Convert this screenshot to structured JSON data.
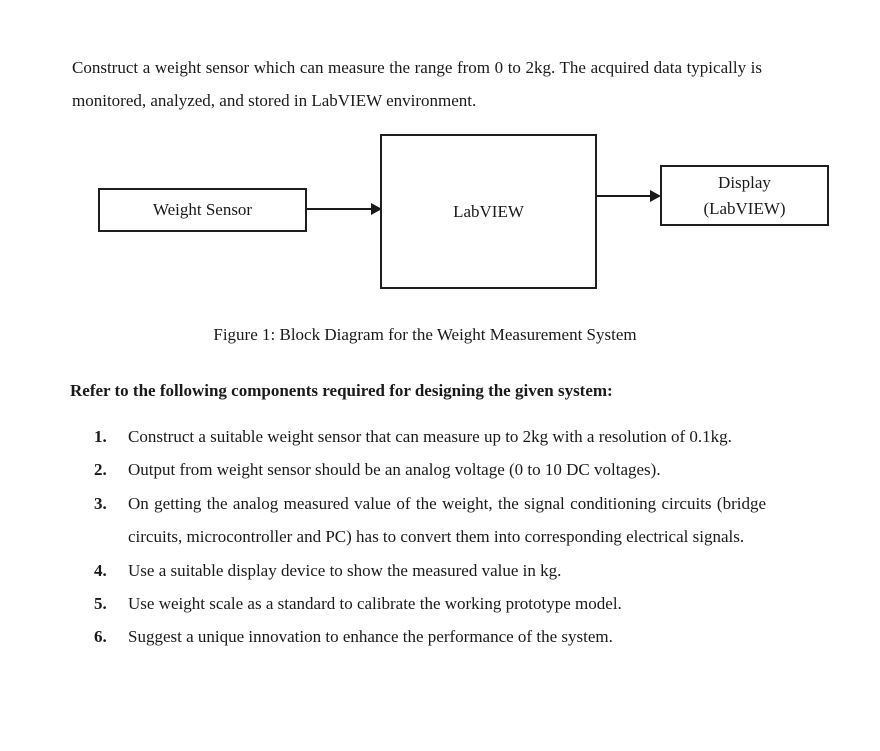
{
  "document": {
    "intro": "Construct a weight sensor which can measure the range from 0 to 2kg.  The acquired data typically is monitored, analyzed, and stored in LabVIEW environment.",
    "figure": {
      "weight_sensor_label": "Weight Sensor",
      "labview_label": "LabVIEW",
      "display_label_line1": "Display",
      "display_label_line2": "(LabVIEW)",
      "caption": "Figure 1: Block Diagram for the Weight Measurement System"
    },
    "section_heading": "Refer to the following components required for designing the given system:",
    "components": {
      "items": [
        {
          "num": "1.",
          "text": "Construct a suitable weight sensor that can measure up to 2kg with a resolution of 0.1kg."
        },
        {
          "num": "2.",
          "text": "Output from weight sensor should be an analog voltage (0 to 10 DC voltages)."
        },
        {
          "num": "3.",
          "text": "On getting the analog measured value of the weight, the signal conditioning circuits (bridge circuits, microcontroller and PC) has to convert them into corresponding electrical signals."
        },
        {
          "num": "4.",
          "text": "Use a suitable display device to show the measured value in kg."
        },
        {
          "num": "5.",
          "text": "Use weight scale as a standard to calibrate the working prototype model."
        },
        {
          "num": "6.",
          "text": "Suggest a unique innovation to enhance the performance of the system."
        }
      ]
    }
  }
}
